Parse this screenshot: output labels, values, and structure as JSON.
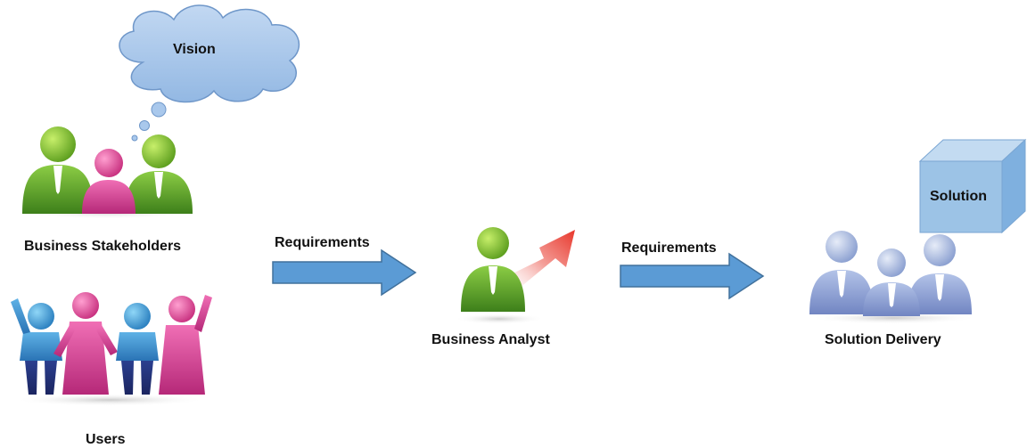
{
  "diagram": {
    "nodes": {
      "vision": {
        "label": "Vision",
        "icon": "thought-cloud-icon"
      },
      "stakeholders": {
        "label": "Business Stakeholders",
        "icon": "people-group-icon"
      },
      "users": {
        "label": "Users",
        "icon": "cheering-people-icon"
      },
      "analyst": {
        "label": "Business Analyst",
        "icon": "analyst-chart-icon"
      },
      "delivery": {
        "label": "Solution Delivery",
        "icon": "team-icon"
      },
      "solution": {
        "label": "Solution",
        "icon": "box-icon"
      }
    },
    "edges": [
      {
        "from": "stakeholders",
        "to": "analyst",
        "label": "Requirements"
      },
      {
        "from": "analyst",
        "to": "delivery",
        "label": "Requirements"
      }
    ]
  },
  "colors": {
    "green": "#6db33f",
    "pink": "#e0459a",
    "blue_person": "#3a8fd6",
    "navy_person": "#2b3f8f",
    "arrow_fill": "#5b9bd5",
    "arrow_stroke": "#41719c",
    "cloud_fill": "#a9c8ec",
    "box_fill": "#9cc3e6",
    "delivery_person": "#8fa6d6",
    "red_arrow": "#e8372c"
  }
}
